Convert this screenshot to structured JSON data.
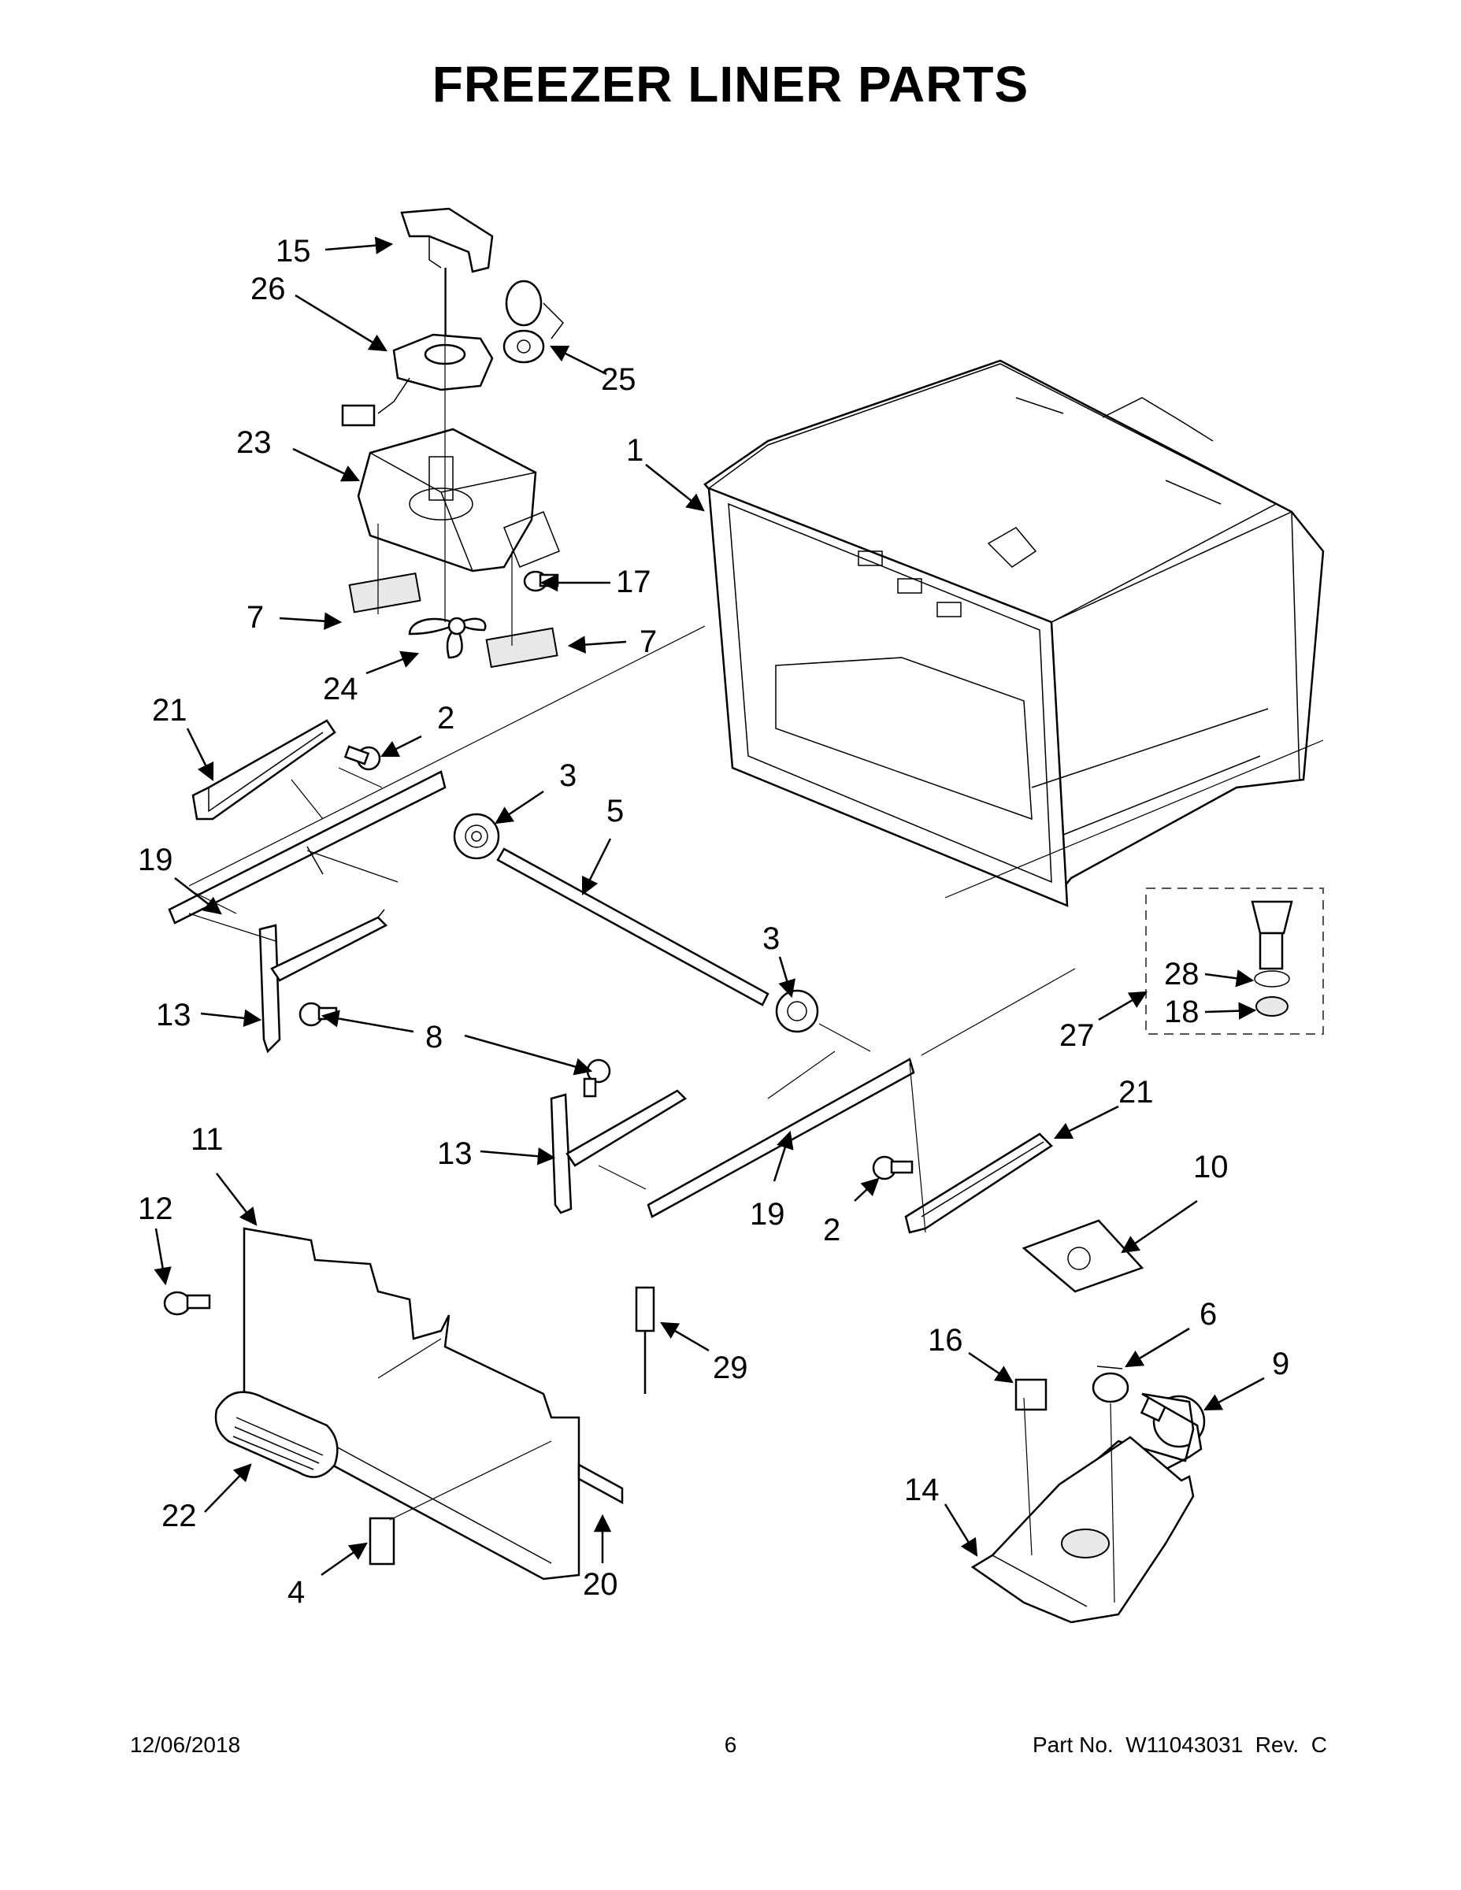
{
  "title": "FREEZER LINER PARTS",
  "footer": {
    "date": "12/06/2018",
    "page": "6",
    "part_number": "Part No.  W11043031  Rev.  C"
  },
  "callouts": {
    "c15": "15",
    "c26": "26",
    "c25": "25",
    "c23": "23",
    "c1": "1",
    "c17": "17",
    "c7a": "7",
    "c7b": "7",
    "c24": "24",
    "c21a": "21",
    "c2a": "2",
    "c3a": "3",
    "c5": "5",
    "c19a": "19",
    "c3b": "3",
    "c13a": "13",
    "c8": "8",
    "c28": "28",
    "c18": "18",
    "c27": "27",
    "c21b": "21",
    "c11": "11",
    "c13b": "13",
    "c10": "10",
    "c12": "12",
    "c19b": "19",
    "c2b": "2",
    "c6": "6",
    "c16": "16",
    "c9": "9",
    "c29": "29",
    "c14": "14",
    "c22": "22",
    "c20": "20",
    "c4": "4"
  }
}
